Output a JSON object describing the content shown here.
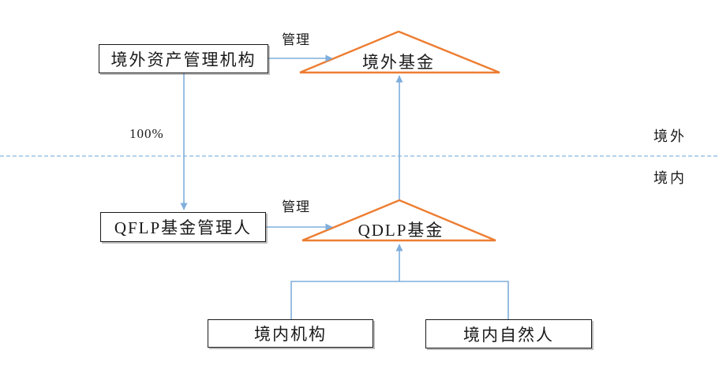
{
  "diagram": {
    "boxes": {
      "offshore_manager": "境外资产管理机构",
      "qflp_manager": "QFLP基金管理人",
      "domestic_institution": "境内机构",
      "domestic_individual": "境内自然人"
    },
    "funds": {
      "offshore_fund": "境外基金",
      "qdlp_fund": "QDLP基金"
    },
    "edge_labels": {
      "manage_offshore": "管理",
      "manage_qdlp": "管理",
      "ownership_pct": "100%"
    },
    "region_labels": {
      "offshore": "境外",
      "onshore": "境内"
    },
    "colors": {
      "connector_blue": "#7FAEDC",
      "boundary_dashed_blue": "#9CC3E5",
      "fund_triangle_orange": "#ED7D31",
      "box_border": "#1A1A1A",
      "text": "#1A1A1A",
      "background": "#FFFFFF"
    }
  }
}
